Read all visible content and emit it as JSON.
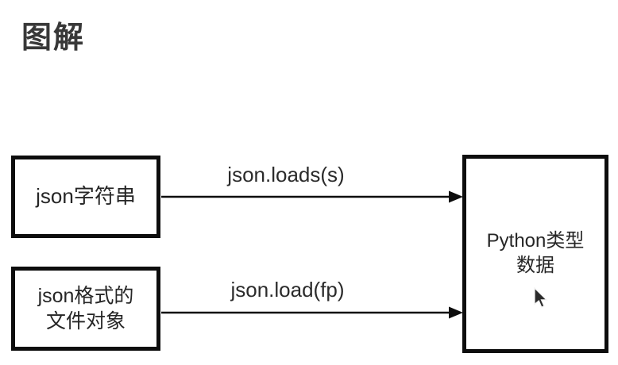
{
  "title": "图解",
  "boxes": {
    "json_string": {
      "label": "json字符串"
    },
    "json_file": {
      "line1": "json格式的",
      "line2": "文件对象"
    },
    "python_data": {
      "line1": "Python类型",
      "line2": "数据"
    }
  },
  "arrows": {
    "loads": {
      "label": "json.loads(s)",
      "from": "json_string",
      "to": "python_data"
    },
    "load": {
      "label": "json.load(fp)",
      "from": "json_file",
      "to": "python_data"
    }
  },
  "icons": {
    "cursor": "mouse-pointer"
  },
  "colors": {
    "stroke": "#0d0d0d",
    "box_text": "#262626",
    "label_text": "#2b2b2b",
    "title_text": "#383838",
    "background": "#ffffff"
  }
}
